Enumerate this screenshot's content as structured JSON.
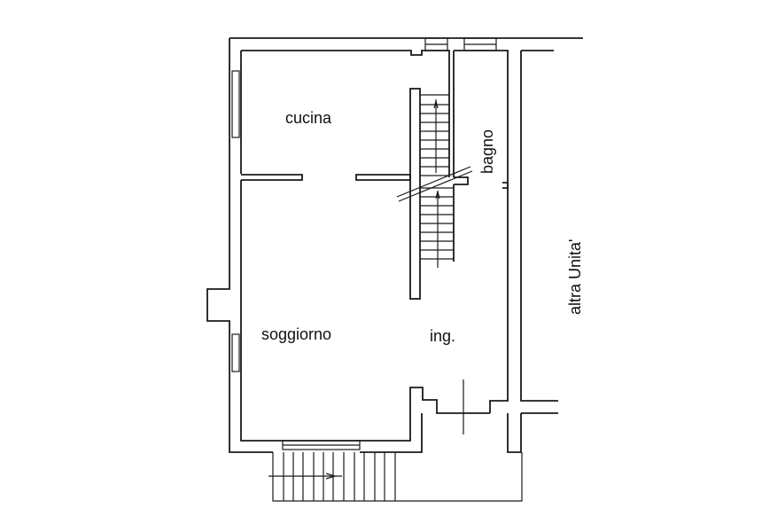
{
  "plan": {
    "rooms": {
      "kitchen": "cucina",
      "bathroom": "bagno",
      "living": "soggiorno",
      "entrance": "ing.",
      "other_unit": "altra Unita'"
    },
    "colors": {
      "line": "#1a1a1a",
      "background": "#ffffff"
    }
  }
}
